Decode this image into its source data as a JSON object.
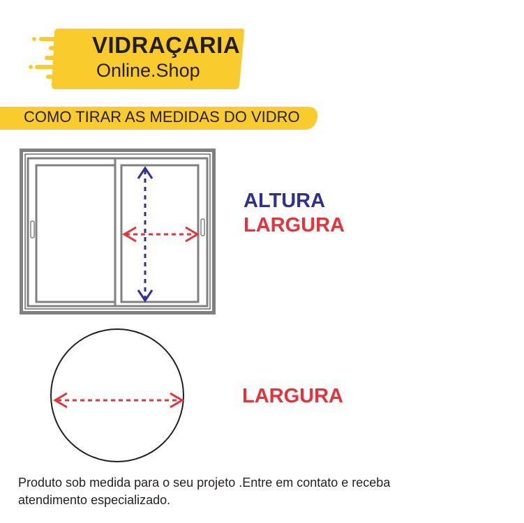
{
  "logo": {
    "title": "VIDRAÇARIA",
    "subtitle": "Online.Shop"
  },
  "banner": {
    "text": "COMO TIRAR AS MEDIDAS DO VIDRO"
  },
  "window_diagram": {
    "height_label": "ALTURA",
    "width_label": "LARGURA"
  },
  "circle_diagram": {
    "width_label": "LARGURA"
  },
  "footer": {
    "line1": "Produto sob medida para o seu projeto .Entre em contato e receba",
    "line2": "atendimento especializado."
  },
  "colors": {
    "yellow": "#f9cb2d",
    "blue": "#2e3192",
    "red": "#e5333b",
    "gray": "#808080"
  }
}
